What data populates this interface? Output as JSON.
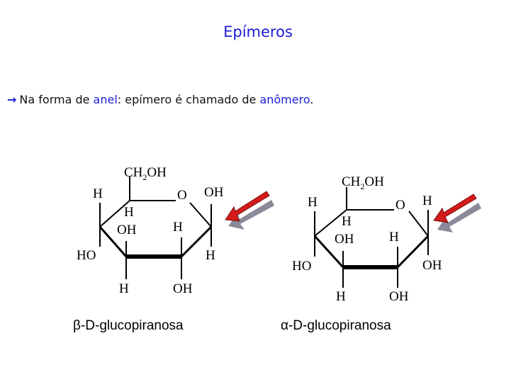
{
  "title": "Epímeros",
  "bullet": {
    "arrow": "→",
    "part1": "Na forma de ",
    "term1": "anel",
    "part2": ": epímero é chamado de ",
    "term2": "anômero",
    "part3": "."
  },
  "beta": {
    "ch2oh_main": "CH",
    "ch2oh_sub": "2",
    "ch2oh_end": "OH",
    "ring_o": "O",
    "c1_top": "OH",
    "c1_bottom": "H",
    "c4_top": "H",
    "c4_h2": "H",
    "c3_oh": "OH",
    "c2_h": "H",
    "c4_ho": "HO",
    "c3_h": "H",
    "c2_oh": "OH",
    "caption_greek": "β",
    "caption_text": "-D-glucopiranosa"
  },
  "alpha": {
    "ch2oh_main": "CH",
    "ch2oh_sub": "2",
    "ch2oh_end": "OH",
    "ring_o": "O",
    "c1_top": "H",
    "c1_bottom": "OH",
    "c4_top": "H",
    "c4_h2": "H",
    "c3_oh": "OH",
    "c2_h": "H",
    "c4_ho": "HO",
    "c3_h": "H",
    "c2_oh": "OH",
    "caption_greek": "α",
    "caption_text": "-D-glucopiranosa"
  },
  "colors": {
    "title": "#1c1cd8",
    "arrow_fill": "#d41a1a",
    "arrow_shadow": "#8a8a9a"
  }
}
